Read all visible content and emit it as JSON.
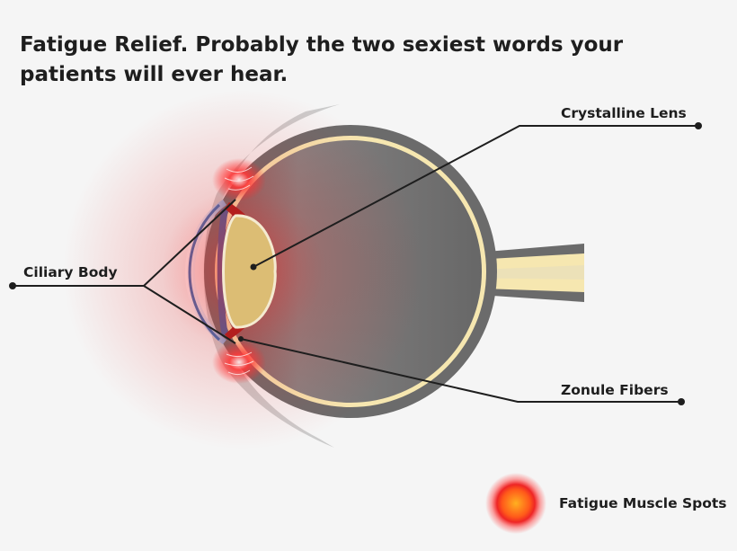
{
  "headline": "Fatigue Relief. Probably the two sexiest words your patients will ever hear.",
  "labels": {
    "crystalline_lens": "Crystalline Lens",
    "ciliary_body": "Ciliary Body",
    "zonule_fibers": "Zonule Fibers"
  },
  "legend": {
    "fatigue_spots": "Fatigue Muscle Spots"
  },
  "colors": {
    "background": "#f5f5f5",
    "eye_wall": "#6b6b6b",
    "retina": "#f6e7b0",
    "lens": "#dcbd74",
    "fatigue": "#ff2a2a",
    "leader_line": "#1e1e1e"
  }
}
